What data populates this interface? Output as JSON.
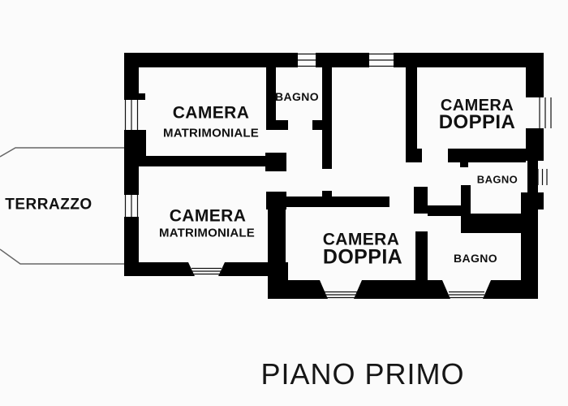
{
  "title": "PIANO PRIMO",
  "colors": {
    "wall": "#000000",
    "background": "#fbfbfb",
    "terrace_line": "#666666",
    "window_line": "#111111",
    "text": "#111111"
  },
  "rooms": [
    {
      "id": "camera-matrimoniale-top",
      "line1": "CAMERA",
      "line2": "MATRIMONIALE"
    },
    {
      "id": "bagno-top",
      "line1": "BAGNO"
    },
    {
      "id": "camera-doppia-top-right",
      "line1": "CAMERA",
      "line2": "DOPPIA"
    },
    {
      "id": "bagno-right",
      "line1": "BAGNO"
    },
    {
      "id": "camera-matrimoniale-bottom",
      "line1": "CAMERA",
      "line2": "MATRIMONIALE"
    },
    {
      "id": "camera-doppia-center",
      "line1": "CAMERA",
      "line2": "DOPPIA"
    },
    {
      "id": "bagno-bottom",
      "line1": "BAGNO"
    },
    {
      "id": "terrazzo",
      "line1": "TERRAZZO"
    }
  ]
}
